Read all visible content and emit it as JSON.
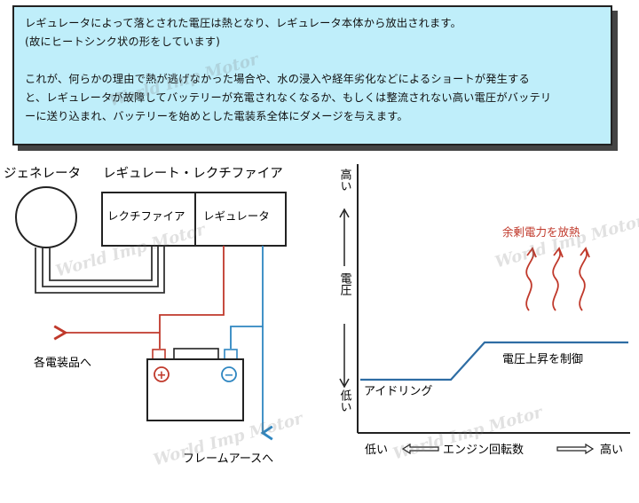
{
  "info": {
    "line1": "レギュレータによって落とされた電圧は熱となり、レギュレータ本体から放出されます。",
    "line2": "(故にヒートシンク状の形をしています)",
    "line3": "これが、何らかの理由で熱が逃げなかった場合や、水の浸入や経年劣化などによるショートが発生する",
    "line4": "と、レギュレータが故障してバッテリーが充電されなくなるか、もしくは整流されない高い電圧がバッテリ",
    "line5": "ーに送り込まれ、バッテリーを始めとした電装系全体にダメージを与えます。"
  },
  "circuit": {
    "generator_label": "ジェネレータ",
    "regrect_label": "レギュレート・レクチファイア",
    "rectifier_label": "レクチファイア",
    "regulator_label": "レギュレータ",
    "plus_symbol": "+",
    "minus_symbol": "−",
    "electrical_label": "各電装品へ",
    "frame_label": "フレームアースへ",
    "colors": {
      "positive": "#c0392b",
      "negative": "#2e86c1",
      "wire": "#333333"
    }
  },
  "graph": {
    "y_high": "高い",
    "y_label": "電圧",
    "y_low": "低い",
    "x_low": "低い",
    "x_label": "エンジン回転数",
    "x_high": "高い",
    "idling_label": "アイドリング",
    "control_label": "電圧上昇を制御",
    "heat_label": "余剰電力を放熱",
    "line_color": "#2e6da4",
    "heat_color": "#c0392b"
  },
  "watermark": "World Imp Motor"
}
